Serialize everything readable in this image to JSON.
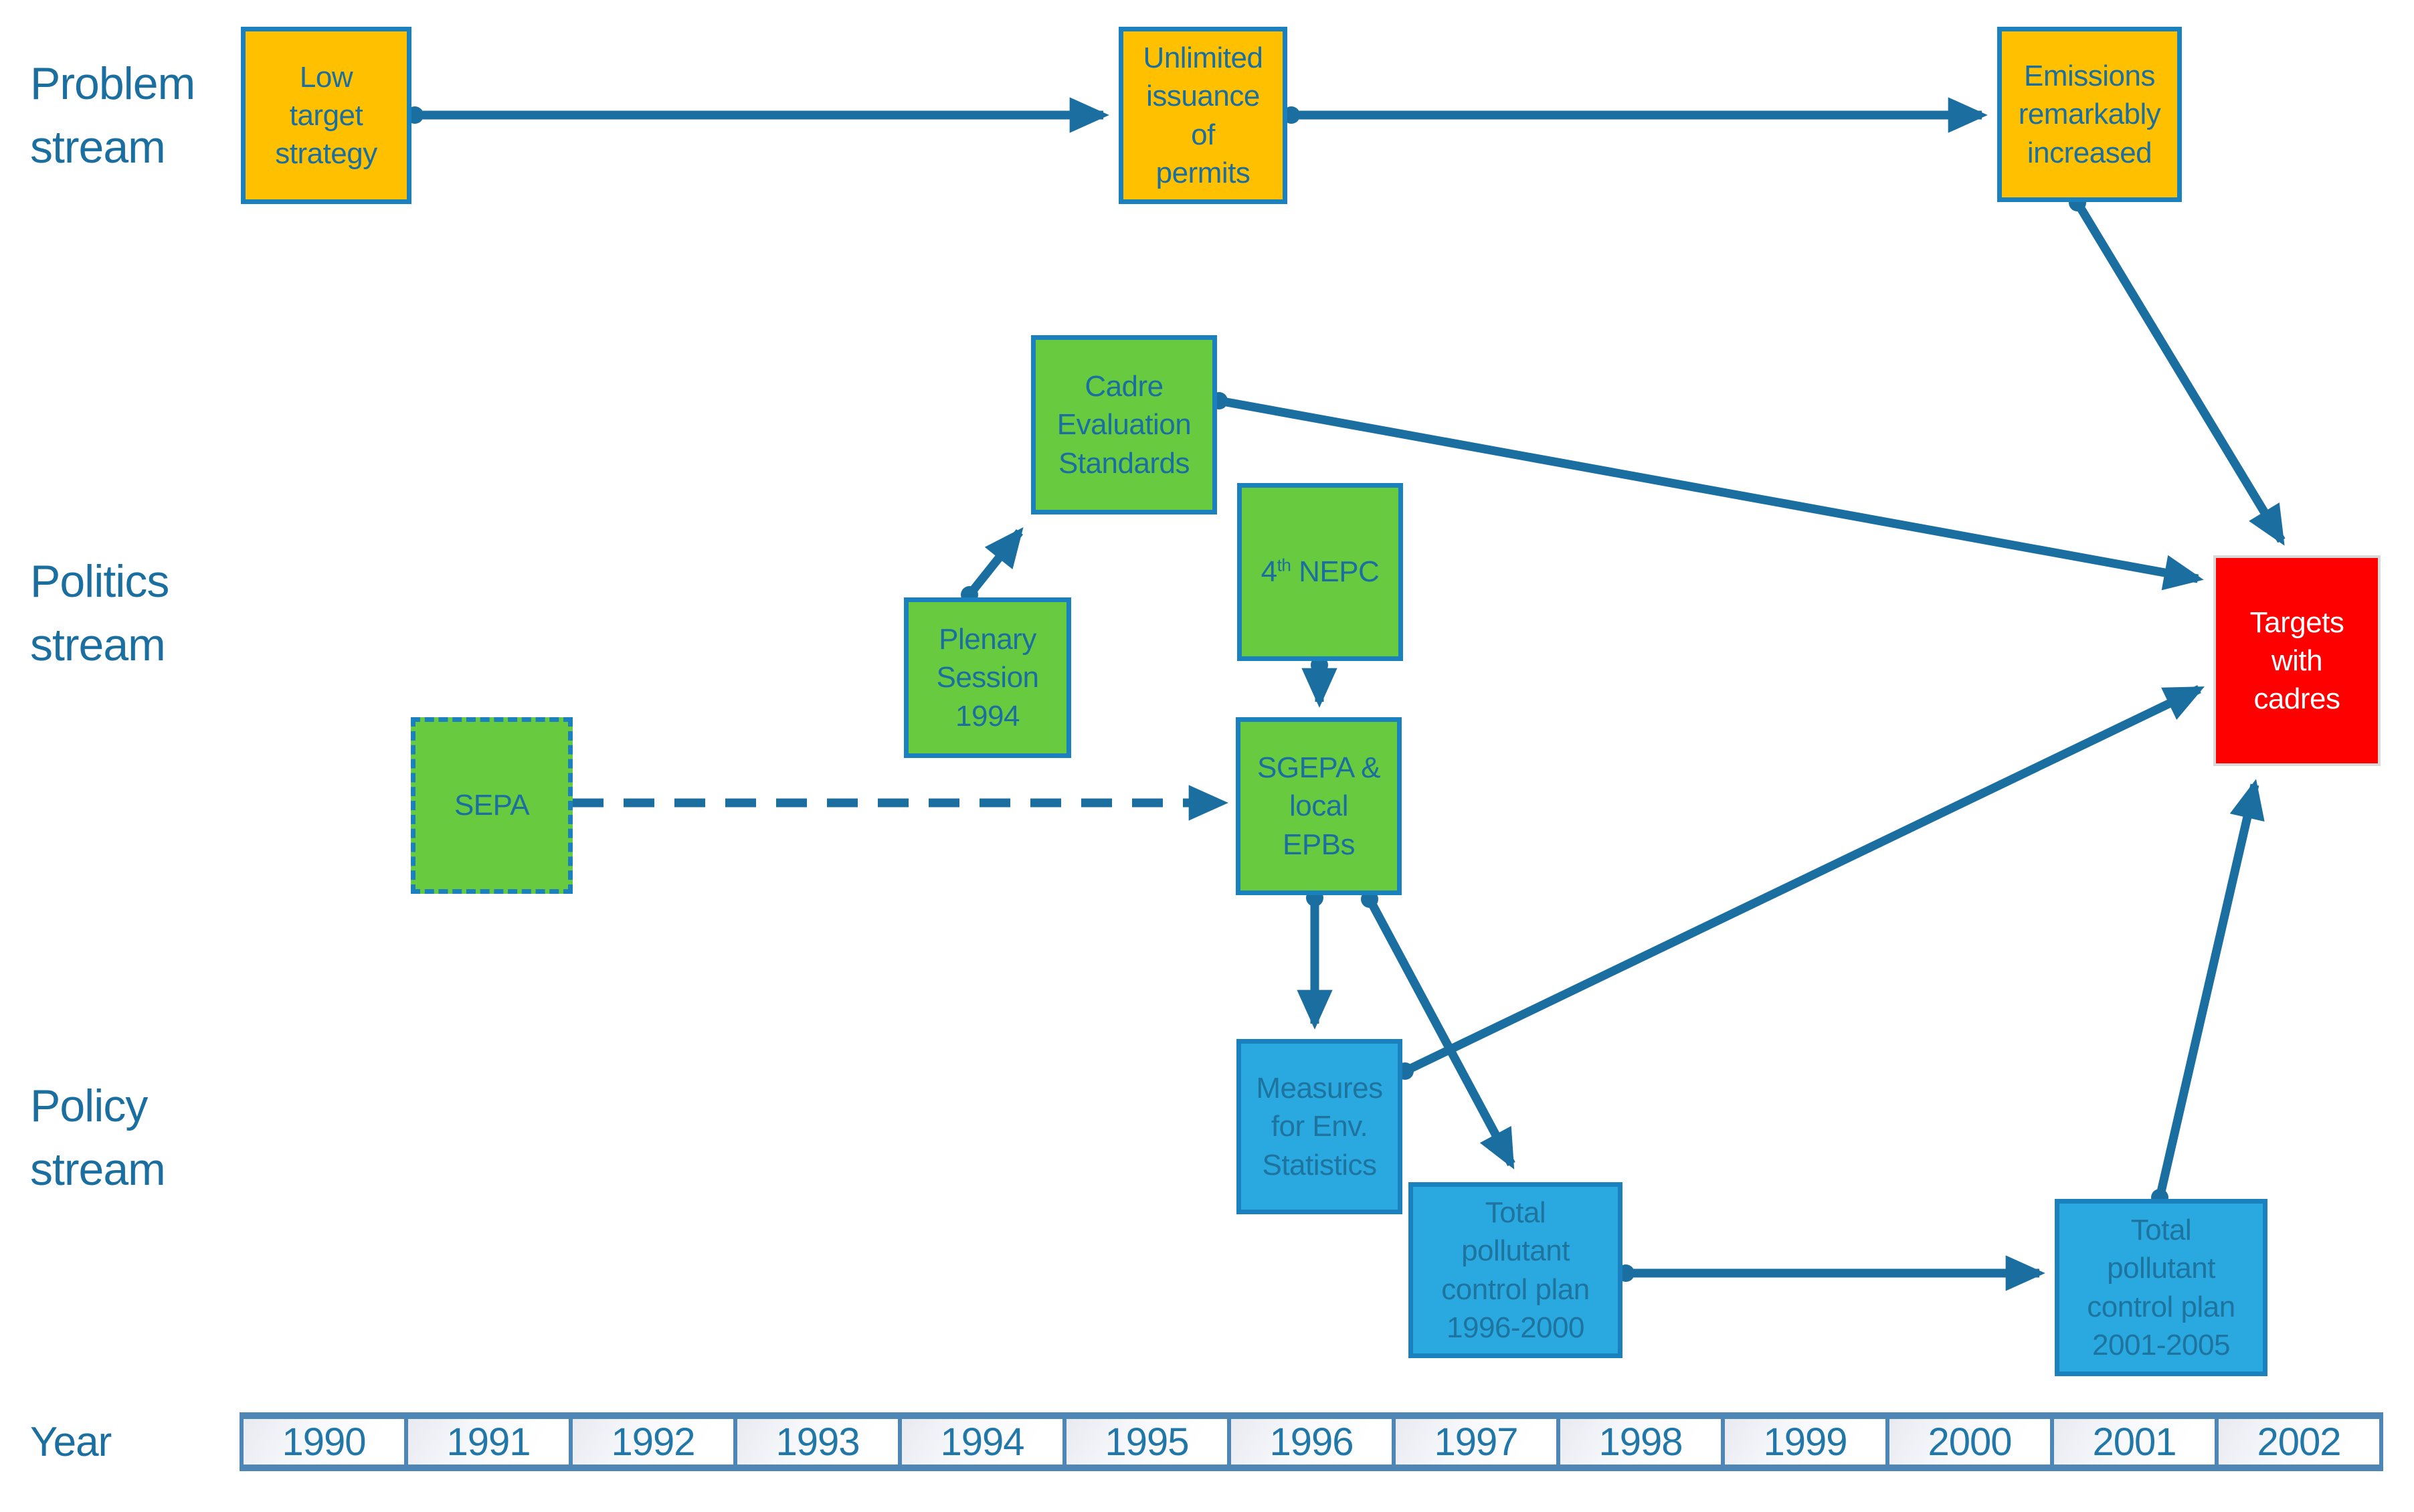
{
  "diagram": {
    "type": "multiple-streams policy flow diagram",
    "colors": {
      "arrow_blue": "#1B6FA0",
      "box_border_blue": "#1A80BE",
      "orange_fill": "#FFC000",
      "green_fill": "#68CB3F",
      "cyan_fill": "#29A9E0",
      "red_fill": "#FE0000",
      "red_box_border": "#D9D9D9",
      "text_blue": "#1B6FA0",
      "year_border_blue": "#4E86B5"
    }
  },
  "streams": {
    "problem": {
      "label": [
        "Problem",
        "stream"
      ]
    },
    "politics": {
      "label": [
        "Politics",
        "stream"
      ]
    },
    "policy": {
      "label": [
        "Policy",
        "stream"
      ]
    }
  },
  "boxes": {
    "low_target": {
      "label": [
        "Low",
        "target",
        "strategy"
      ]
    },
    "unlimited": {
      "label": [
        "Unlimited",
        "issuance",
        "of",
        "permits"
      ]
    },
    "emissions": {
      "label": [
        "Emissions",
        "remarkably",
        "increased"
      ]
    },
    "cadre": {
      "label": [
        "Cadre",
        "Evaluation",
        "Standards"
      ]
    },
    "nepc4": {
      "pre": "4",
      "sup": "th",
      "post": " NEPC"
    },
    "plenary": {
      "label": [
        "Plenary",
        "Session",
        "1994"
      ]
    },
    "sepa": {
      "label": "SEPA"
    },
    "sgepa": {
      "label": [
        "SGEPA &",
        "local",
        "EPBs"
      ]
    },
    "measures": {
      "label": [
        "Measures",
        "for Env.",
        "Statistics"
      ]
    },
    "plan_96_00": {
      "label": [
        "Total",
        "pollutant",
        "control plan",
        "1996-2000"
      ]
    },
    "plan_01_05": {
      "label": [
        "Total",
        "pollutant",
        "control plan",
        "2001-2005"
      ]
    },
    "targets": {
      "label": [
        "Targets",
        "with",
        "cadres"
      ]
    }
  },
  "year_axis": {
    "label": "Year",
    "years": [
      "1990",
      "1991",
      "1992",
      "1993",
      "1994",
      "1995",
      "1996",
      "1997",
      "1998",
      "1999",
      "2000",
      "2001",
      "2002"
    ]
  }
}
